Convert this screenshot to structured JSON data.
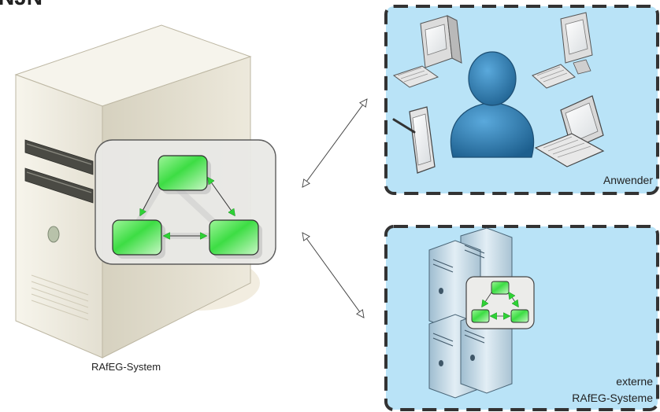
{
  "top_cut_text": "NJN",
  "system": {
    "label": "RAfEG-System"
  },
  "users_panel": {
    "label": "Anwender"
  },
  "external_panel": {
    "label_line1": "externe",
    "label_line2": "RAfEG-Systeme"
  },
  "colors": {
    "panel_fill": "#b9e3f7",
    "panel_border": "#333333",
    "workflow_green": "#39d83f",
    "server_body": "#f1efe6",
    "person_blue": "#2f7fb3"
  }
}
